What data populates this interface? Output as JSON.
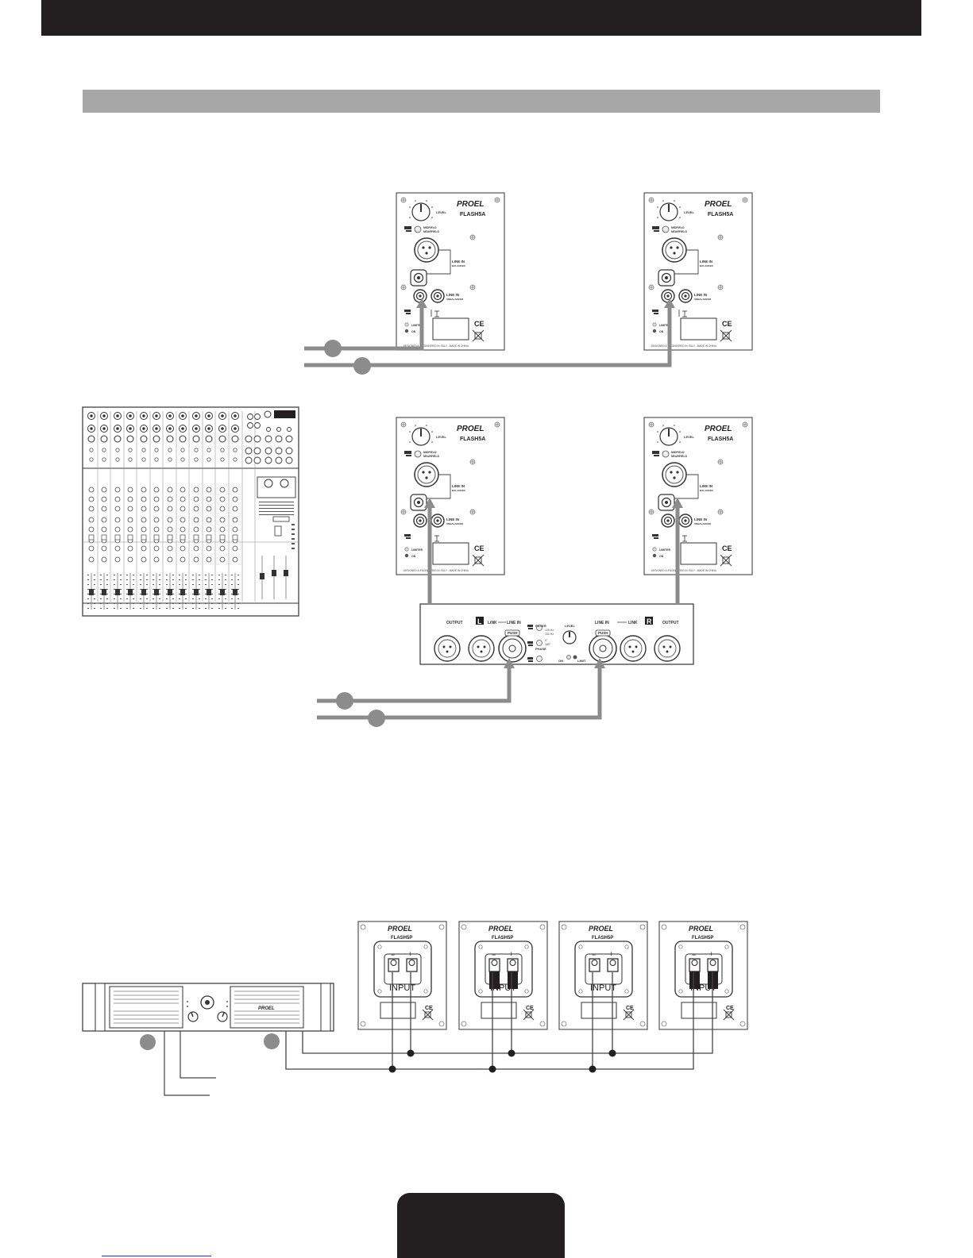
{
  "colors": {
    "dark_bar": "#231f20",
    "section_bar": "#a7a7a7",
    "cable": "#8c8c8c",
    "outline": "#444444"
  },
  "speaker_a": {
    "brand": "PROEL",
    "model": "FLASH5A",
    "level_label": "LEVEL",
    "mode_label_1": "MIDFIELD",
    "mode_label_2": "NEARFIELD",
    "line_in_label": "LINE IN",
    "balanced_label": "BALANCED",
    "unbalanced_label": "UNBALANCED",
    "limiter_label": "LIMITER",
    "on_label": "ON",
    "footer_text": "DESIGNED & ENGINEERED IN ITALY - MADE IN CHINA",
    "ce_mark": "CE"
  },
  "controller": {
    "output_label": "OUTPUT",
    "link_label": "LINK",
    "line_in_label": "LINE IN",
    "push_label": "PUSH",
    "left_badge": "L",
    "right_badge": "R",
    "filter_label": "FILTER",
    "phase_label": "PHASE",
    "level_label": "LEVEL",
    "on_label": "ON",
    "limit_label": "LIMIT",
    "freq_1": "125 Hz",
    "freq_2": "150 Hz",
    "phase_1": "0°",
    "phase_2": "180°"
  },
  "speaker_p": {
    "brand": "PROEL",
    "model": "FLASH5P",
    "minus_label": "−",
    "plus_label": "+",
    "input_label": "INPUT",
    "ce_mark": "CE"
  },
  "amplifier": {
    "brand": "PROEL"
  }
}
